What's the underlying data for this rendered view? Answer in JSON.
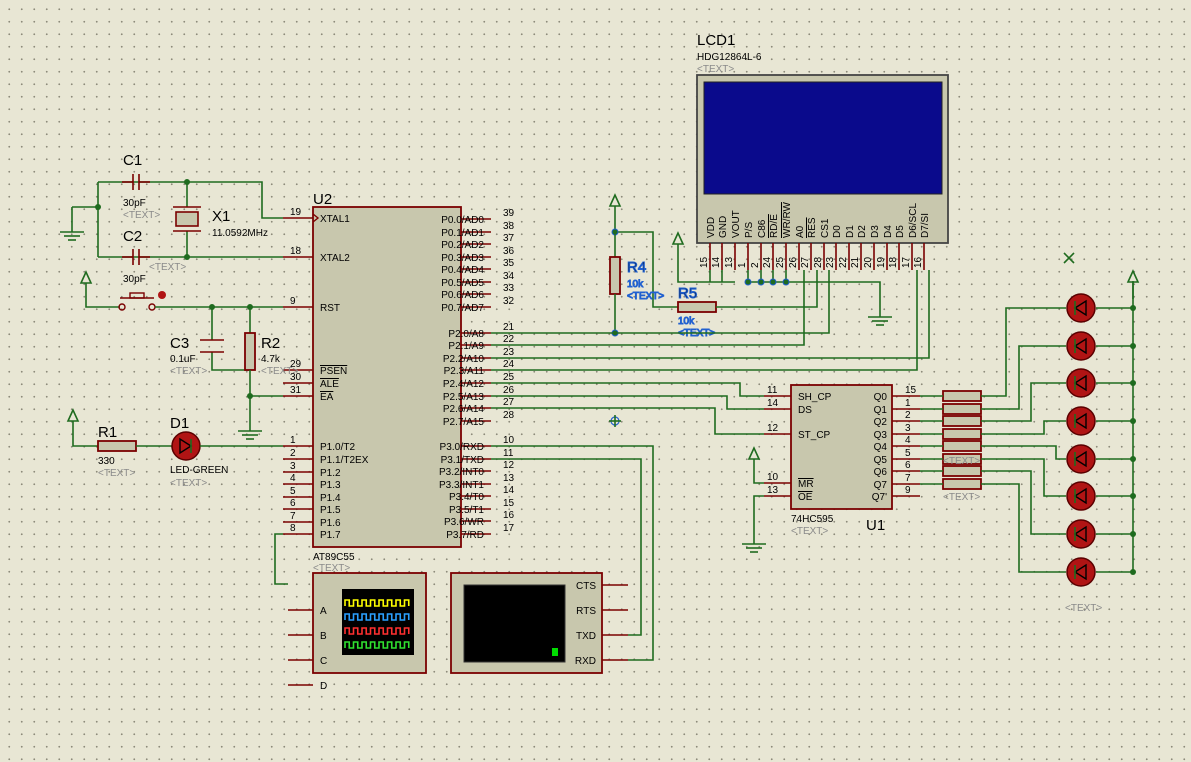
{
  "text_placeholder": "<TEXT>",
  "mcu": {
    "ref": "U2",
    "part": "AT89C55",
    "left_pins": [
      {
        "num": "19",
        "label": "XTAL1"
      },
      {
        "num": "18",
        "label": "XTAL2"
      },
      {
        "num": "9",
        "label": "RST"
      },
      {
        "num": "29",
        "label": "PSEN"
      },
      {
        "num": "30",
        "label": "ALE"
      },
      {
        "num": "31",
        "label": "EA"
      },
      {
        "num": "1",
        "label": "P1.0/T2"
      },
      {
        "num": "2",
        "label": "P1.1/T2EX"
      },
      {
        "num": "3",
        "label": "P1.2"
      },
      {
        "num": "4",
        "label": "P1.3"
      },
      {
        "num": "5",
        "label": "P1.4"
      },
      {
        "num": "6",
        "label": "P1.5"
      },
      {
        "num": "7",
        "label": "P1.6"
      },
      {
        "num": "8",
        "label": "P1.7"
      }
    ],
    "right_pins": [
      {
        "num": "39",
        "label": "P0.0/AD0"
      },
      {
        "num": "38",
        "label": "P0.1/AD1"
      },
      {
        "num": "37",
        "label": "P0.2/AD2"
      },
      {
        "num": "36",
        "label": "P0.3/AD3"
      },
      {
        "num": "35",
        "label": "P0.4/AD4"
      },
      {
        "num": "34",
        "label": "P0.5/AD5"
      },
      {
        "num": "33",
        "label": "P0.6/AD6"
      },
      {
        "num": "32",
        "label": "P0.7/AD7"
      },
      {
        "num": "21",
        "label": "P2.0/A8"
      },
      {
        "num": "22",
        "label": "P2.1/A9"
      },
      {
        "num": "23",
        "label": "P2.2/A10"
      },
      {
        "num": "24",
        "label": "P2.3/A11"
      },
      {
        "num": "25",
        "label": "P2.4/A12"
      },
      {
        "num": "26",
        "label": "P2.5/A13"
      },
      {
        "num": "27",
        "label": "P2.6/A14"
      },
      {
        "num": "28",
        "label": "P2.7/A15"
      },
      {
        "num": "10",
        "label": "P3.0/RXD"
      },
      {
        "num": "11",
        "label": "P3.1/TXD"
      },
      {
        "num": "12",
        "label": "P3.2/INT0"
      },
      {
        "num": "13",
        "label": "P3.3/INT1"
      },
      {
        "num": "14",
        "label": "P3.4/T0"
      },
      {
        "num": "15",
        "label": "P3.5/T1"
      },
      {
        "num": "16",
        "label": "P3.6/WR"
      },
      {
        "num": "17",
        "label": "P3.7/RD"
      }
    ]
  },
  "lcd": {
    "ref": "LCD1",
    "part": "HDG12864L-6",
    "screen_color": "#0a0a8c",
    "pins": [
      {
        "num": "15",
        "label": "VDD"
      },
      {
        "num": "14",
        "label": "GND"
      },
      {
        "num": "13",
        "label": "VOUT"
      },
      {
        "num": "1",
        "label": "P/S"
      },
      {
        "num": "2",
        "label": "C86"
      },
      {
        "num": "24",
        "label": "RD/E"
      },
      {
        "num": "25",
        "label": "WR/RW"
      },
      {
        "num": "26",
        "label": "A0"
      },
      {
        "num": "27",
        "label": "RES"
      },
      {
        "num": "28",
        "label": "CS1"
      },
      {
        "num": "23",
        "label": "D0"
      },
      {
        "num": "22",
        "label": "D1"
      },
      {
        "num": "21",
        "label": "D2"
      },
      {
        "num": "20",
        "label": "D3"
      },
      {
        "num": "19",
        "label": "D4"
      },
      {
        "num": "18",
        "label": "D5"
      },
      {
        "num": "17",
        "label": "D6/SCL"
      },
      {
        "num": "16",
        "label": "D7/SI"
      }
    ]
  },
  "shift_register": {
    "ref": "U1",
    "part": "74HC595",
    "left_pins": [
      {
        "num": "11",
        "label": "SH_CP"
      },
      {
        "num": "14",
        "label": "DS"
      },
      {
        "num": "12",
        "label": "ST_CP"
      },
      {
        "num": "10",
        "label": "MR"
      },
      {
        "num": "13",
        "label": "OE"
      }
    ],
    "right_pins": [
      {
        "num": "15",
        "label": "Q0"
      },
      {
        "num": "1",
        "label": "Q1"
      },
      {
        "num": "2",
        "label": "Q2"
      },
      {
        "num": "3",
        "label": "Q3"
      },
      {
        "num": "4",
        "label": "Q4"
      },
      {
        "num": "5",
        "label": "Q5"
      },
      {
        "num": "6",
        "label": "Q6"
      },
      {
        "num": "7",
        "label": "Q7"
      },
      {
        "num": "9",
        "label": "Q7'"
      }
    ]
  },
  "components": {
    "c1": {
      "ref": "C1",
      "value": "30pF"
    },
    "c2": {
      "ref": "C2",
      "value": "30pF"
    },
    "c3": {
      "ref": "C3",
      "value": "0.1uF"
    },
    "x1": {
      "ref": "X1",
      "value": "11.0592MHz"
    },
    "r1": {
      "ref": "R1",
      "value": "330"
    },
    "r2": {
      "ref": "R2",
      "value": "4.7k"
    },
    "r4": {
      "ref": "R4",
      "value": "10k"
    },
    "r5": {
      "ref": "R5",
      "value": "10k"
    },
    "d1": {
      "ref": "D1",
      "value": "LED-GREEN"
    }
  },
  "oscilloscope": {
    "channels": [
      "A",
      "B",
      "C",
      "D"
    ],
    "trace_colors": [
      "#ffff00",
      "#2aa0ff",
      "#ff3030",
      "#30e030"
    ]
  },
  "terminal": {
    "pins": [
      "CTS",
      "RTS",
      "TXD",
      "RXD"
    ]
  },
  "colors": {
    "wire": "#1f6b1f",
    "component": "#7a0000",
    "body": "#c8c7ad",
    "led": "#b01414"
  }
}
